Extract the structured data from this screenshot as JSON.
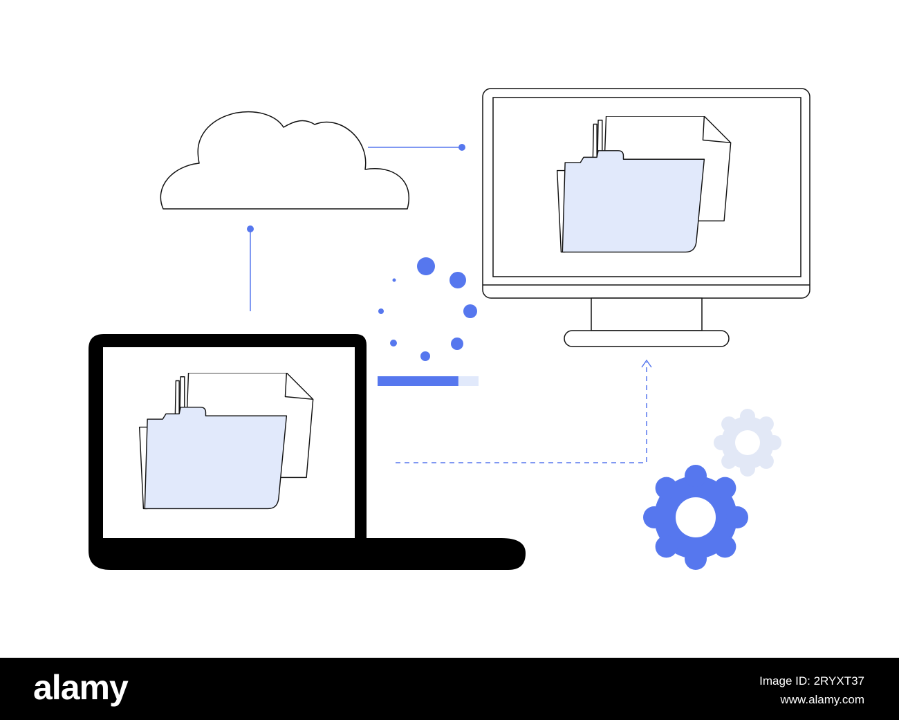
{
  "colors": {
    "accent": "#5677ee",
    "accent_light": "#e1e9fb",
    "gear_light": "#e2e8f6",
    "outline": "#111111",
    "laptop": "#000000",
    "footer_bg": "#000000"
  },
  "icons": {
    "cloud": "cloud-icon",
    "laptop": "laptop-icon",
    "monitor": "desktop-monitor-icon",
    "folder": "folder-with-documents-icon",
    "gear": "gear-icon",
    "loading": "loading-dots-icon"
  },
  "transfer": {
    "progress": 0.8
  },
  "footer": {
    "logo": "alamy",
    "image_id": "Image ID: 2RYXT37",
    "site": "www.alamy.com"
  }
}
